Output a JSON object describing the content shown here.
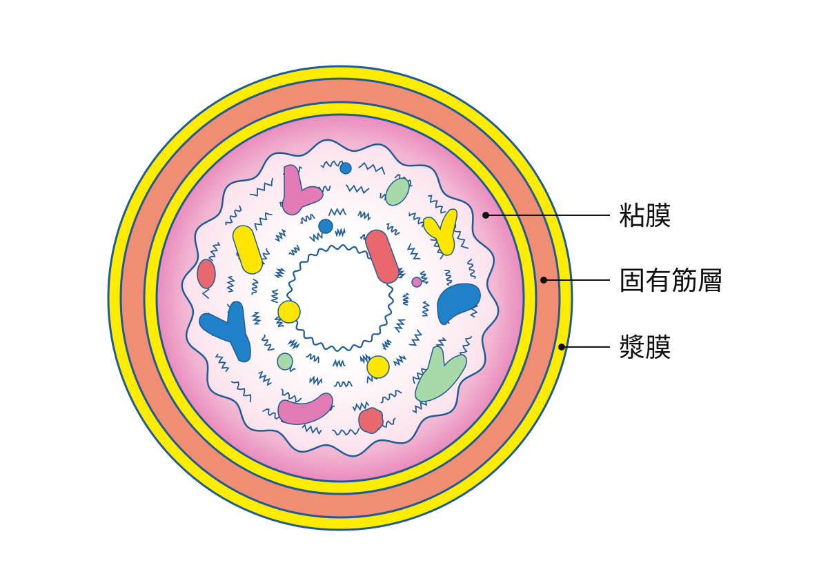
{
  "labels": {
    "mucosa": "粘膜",
    "muscularis": "固有筋層",
    "serosa": "漿膜"
  },
  "colors": {
    "outline": "#1e5a96",
    "serosa_yellow": "#ffec00",
    "muscle_salmon": "#f08e74",
    "mucosa_pink": "#e98bbd",
    "mucosa_light": "#f7cfe2",
    "inner_white": "#fdf0f4",
    "cell_pink": "#e27bb5",
    "cell_yellow": "#ffe600",
    "cell_green": "#a8d9a8",
    "cell_red": "#e8686e",
    "cell_blue": "#1f82c8"
  }
}
